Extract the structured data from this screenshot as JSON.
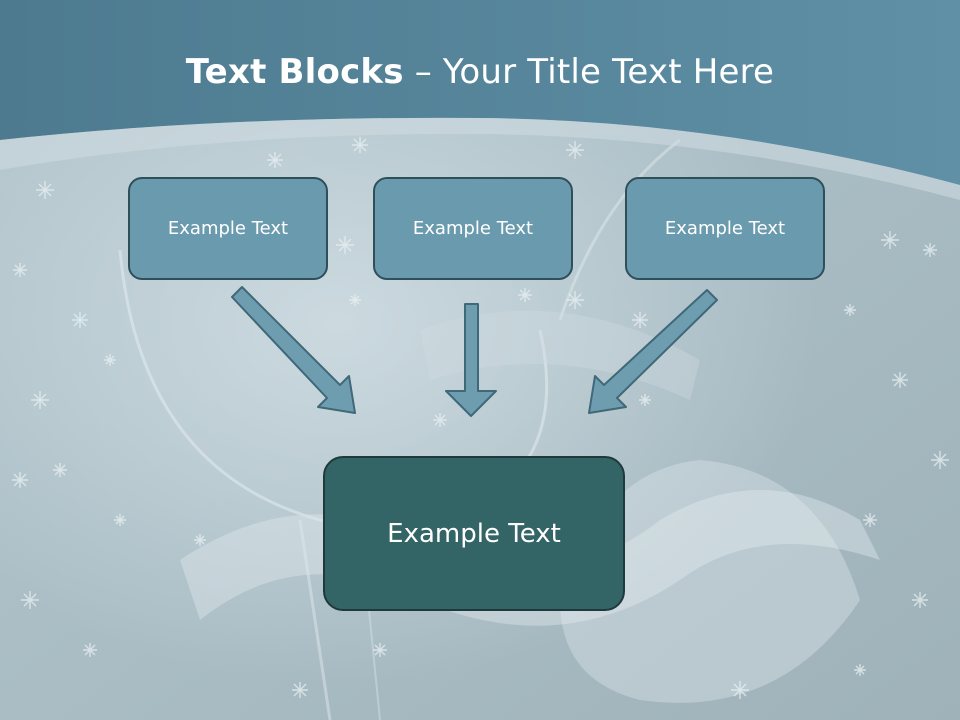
{
  "slide": {
    "title_bold": "Text Blocks",
    "title_dash": " – ",
    "title_rest": "Your Title Text Here"
  },
  "diagram": {
    "top_boxes": [
      {
        "label": "Example Text"
      },
      {
        "label": "Example Text"
      },
      {
        "label": "Example Text"
      }
    ],
    "bottom_box": {
      "label": "Example Text"
    }
  },
  "colors": {
    "header": "#4f7f95",
    "top_box_fill": "#6a9aae",
    "bottom_box_fill": "#336466",
    "arrow_fill": "#6f9db0"
  }
}
